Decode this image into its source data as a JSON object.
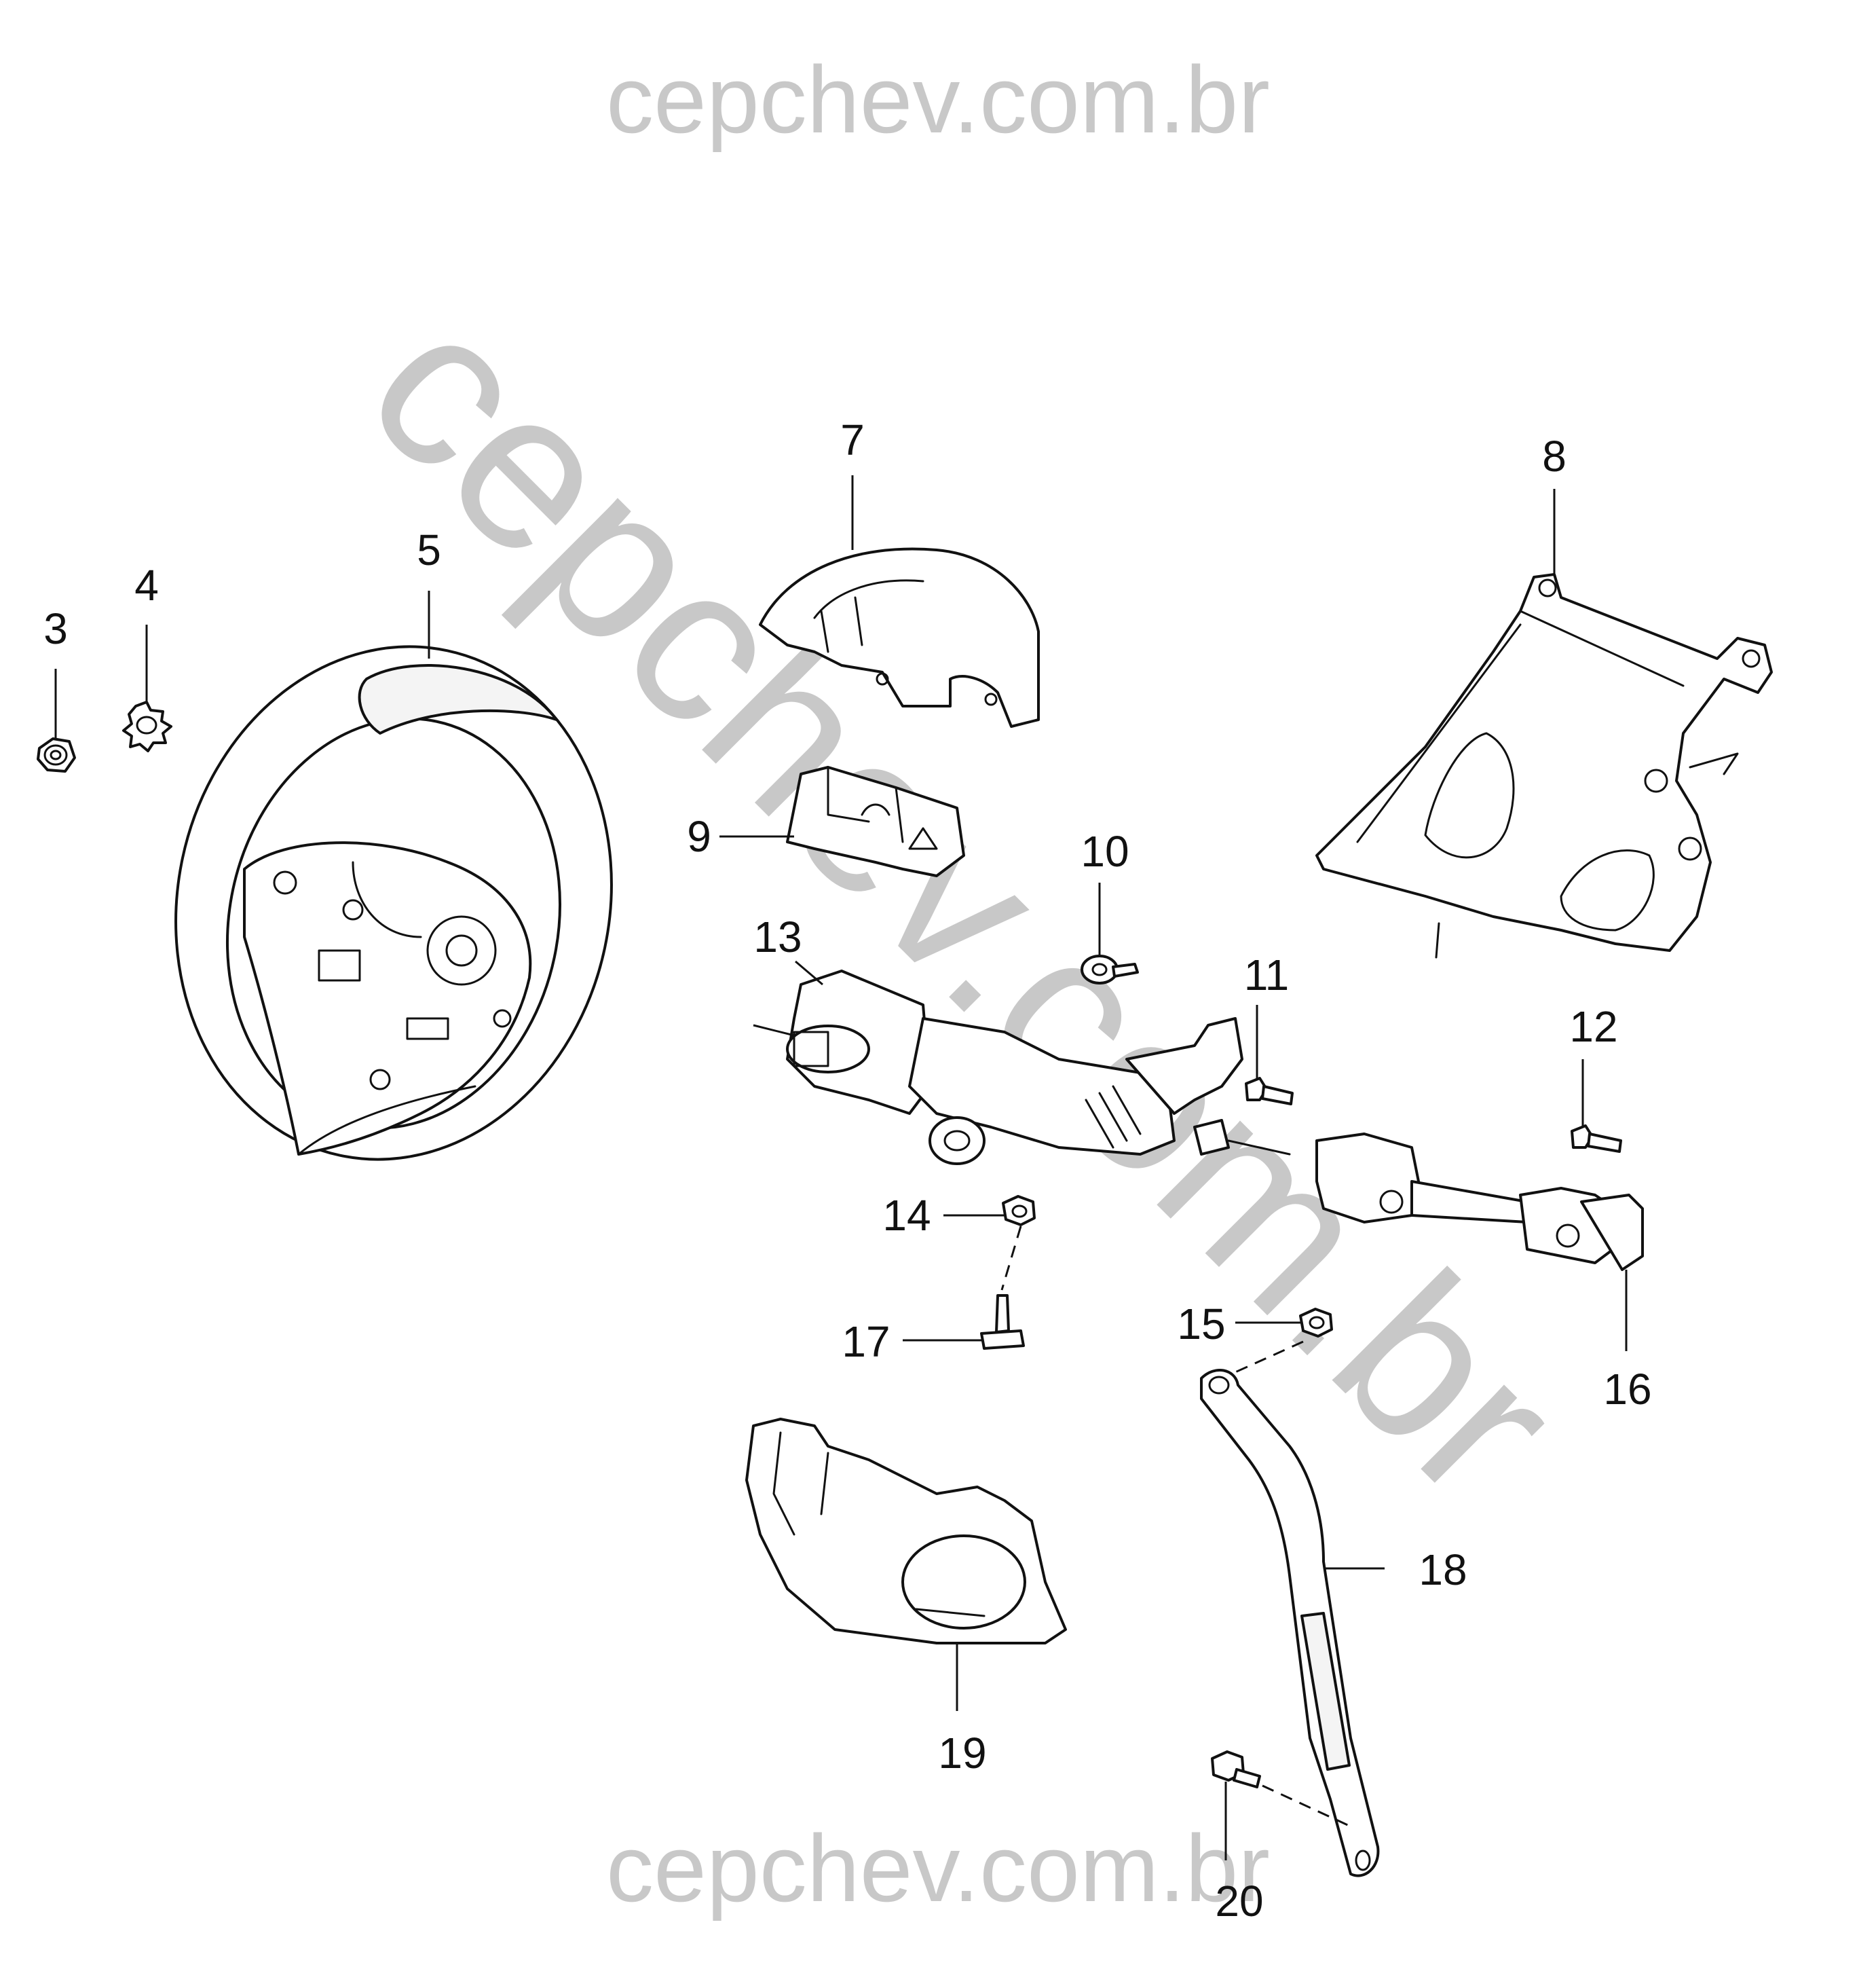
{
  "watermark": {
    "top_text": "cepchev.com.br",
    "diagonal_text": "cepchev.com.br",
    "bottom_text": "cepchev.com.br",
    "color": "#c8c8c8"
  },
  "callouts": {
    "c3": "3",
    "c4": "4",
    "c5": "5",
    "c7": "7",
    "c8": "8",
    "c9": "9",
    "c10": "10",
    "c11": "11",
    "c12": "12",
    "c13": "13",
    "c14": "14",
    "c15": "15",
    "c16": "16",
    "c17": "17",
    "c18": "18",
    "c19": "19",
    "c20": "20"
  }
}
